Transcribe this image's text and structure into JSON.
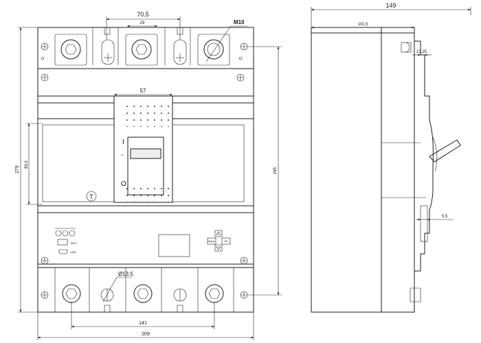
{
  "front_view": {
    "dims": {
      "top_phase_pitch": "70.5",
      "screw_spacing": "29",
      "thread": "M10",
      "handle_width": "57",
      "height_total": "279",
      "window_height": "80,5",
      "height_fixing": "245",
      "hole_diameter": "Ø13.5",
      "bottom_phase_span": "141",
      "width_total": "209"
    },
    "handle_marks": {
      "on": "I",
      "off": "O"
    },
    "test_symbol": "T",
    "control_panel": {
      "test_label": "TEST",
      "usb_label": "USB",
      "back_label": "Back",
      "ok_label": "OK"
    }
  },
  "side_view": {
    "dims": {
      "depth_total": "149",
      "depth_body": "101,5",
      "tab_offset": "13,25",
      "rail_offset": "5,5"
    }
  }
}
